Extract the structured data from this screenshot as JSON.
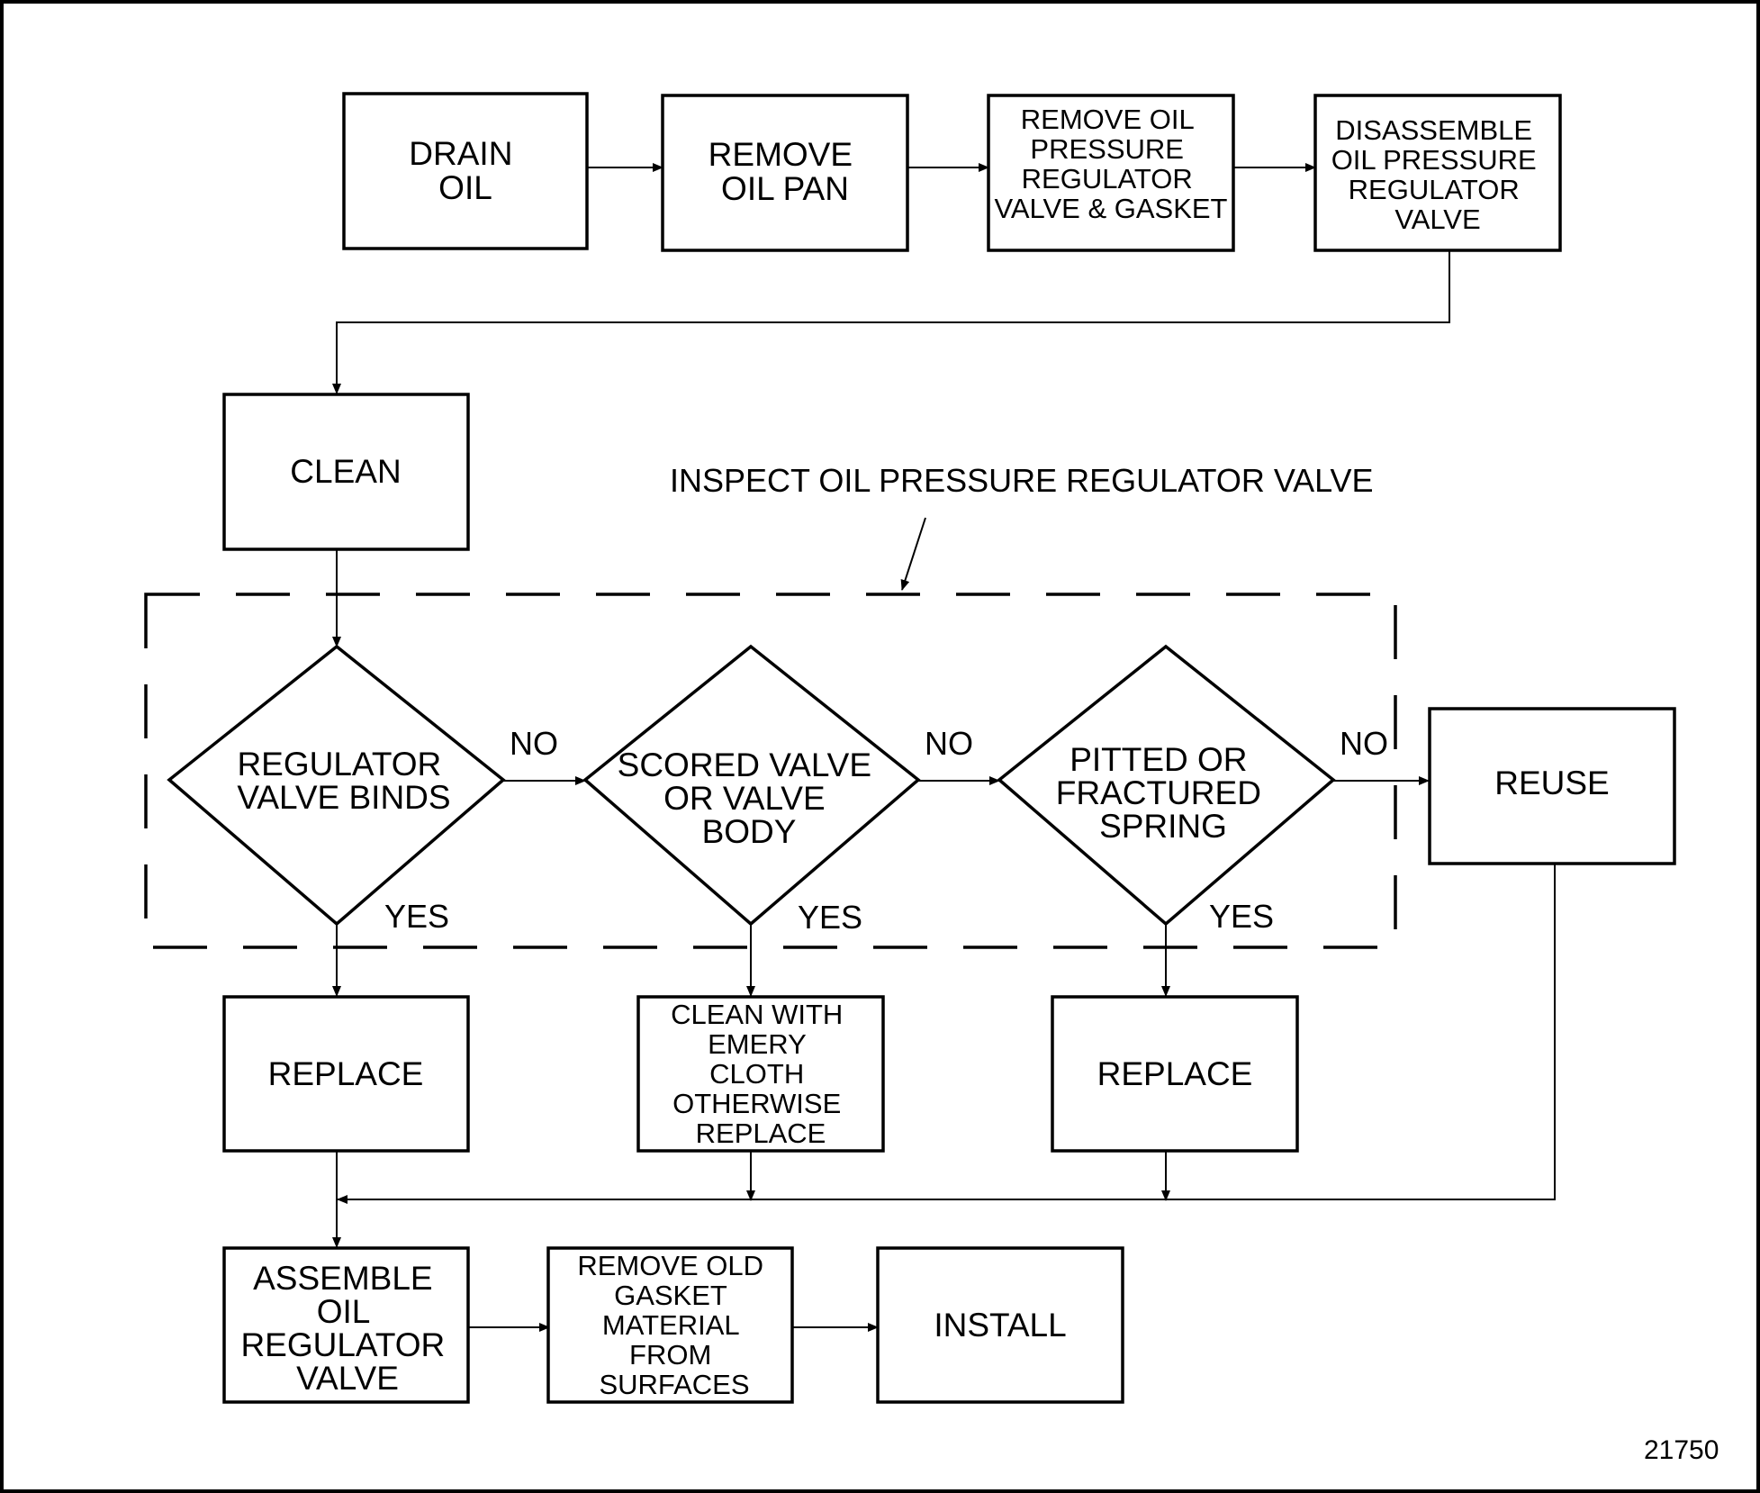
{
  "steps": {
    "drain_oil": [
      "DRAIN",
      "OIL"
    ],
    "remove_oil_pan": [
      "REMOVE",
      "OIL PAN"
    ],
    "remove_valve_gasket": [
      "REMOVE OIL",
      "PRESSURE",
      "REGULATOR",
      "VALVE & GASKET"
    ],
    "disassemble_valve": [
      "DISASSEMBLE",
      "OIL PRESSURE",
      "REGULATOR",
      "VALVE"
    ],
    "clean": [
      "CLEAN"
    ],
    "replace_1": [
      "REPLACE"
    ],
    "clean_emery": [
      "CLEAN WITH",
      "EMERY",
      "CLOTH",
      "OTHERWISE",
      "REPLACE"
    ],
    "replace_2": [
      "REPLACE"
    ],
    "reuse": [
      "REUSE"
    ],
    "assemble_valve": [
      "ASSEMBLE",
      "OIL",
      "REGULATOR",
      "VALVE"
    ],
    "remove_gasket_material": [
      "REMOVE OLD",
      "GASKET",
      "MATERIAL",
      "FROM",
      "SURFACES"
    ],
    "install": [
      "INSTALL"
    ]
  },
  "decisions": {
    "valve_binds": [
      "REGULATOR",
      "VALVE BINDS"
    ],
    "scored_valve": [
      "SCORED VALVE",
      "OR VALVE",
      "BODY"
    ],
    "pitted_spring": [
      "PITTED OR",
      "FRACTURED",
      "SPRING"
    ]
  },
  "edge_labels": {
    "yes": "YES",
    "no": "NO"
  },
  "inspect_group_label": "INSPECT OIL PRESSURE REGULATOR VALVE",
  "figure_number": "21750"
}
